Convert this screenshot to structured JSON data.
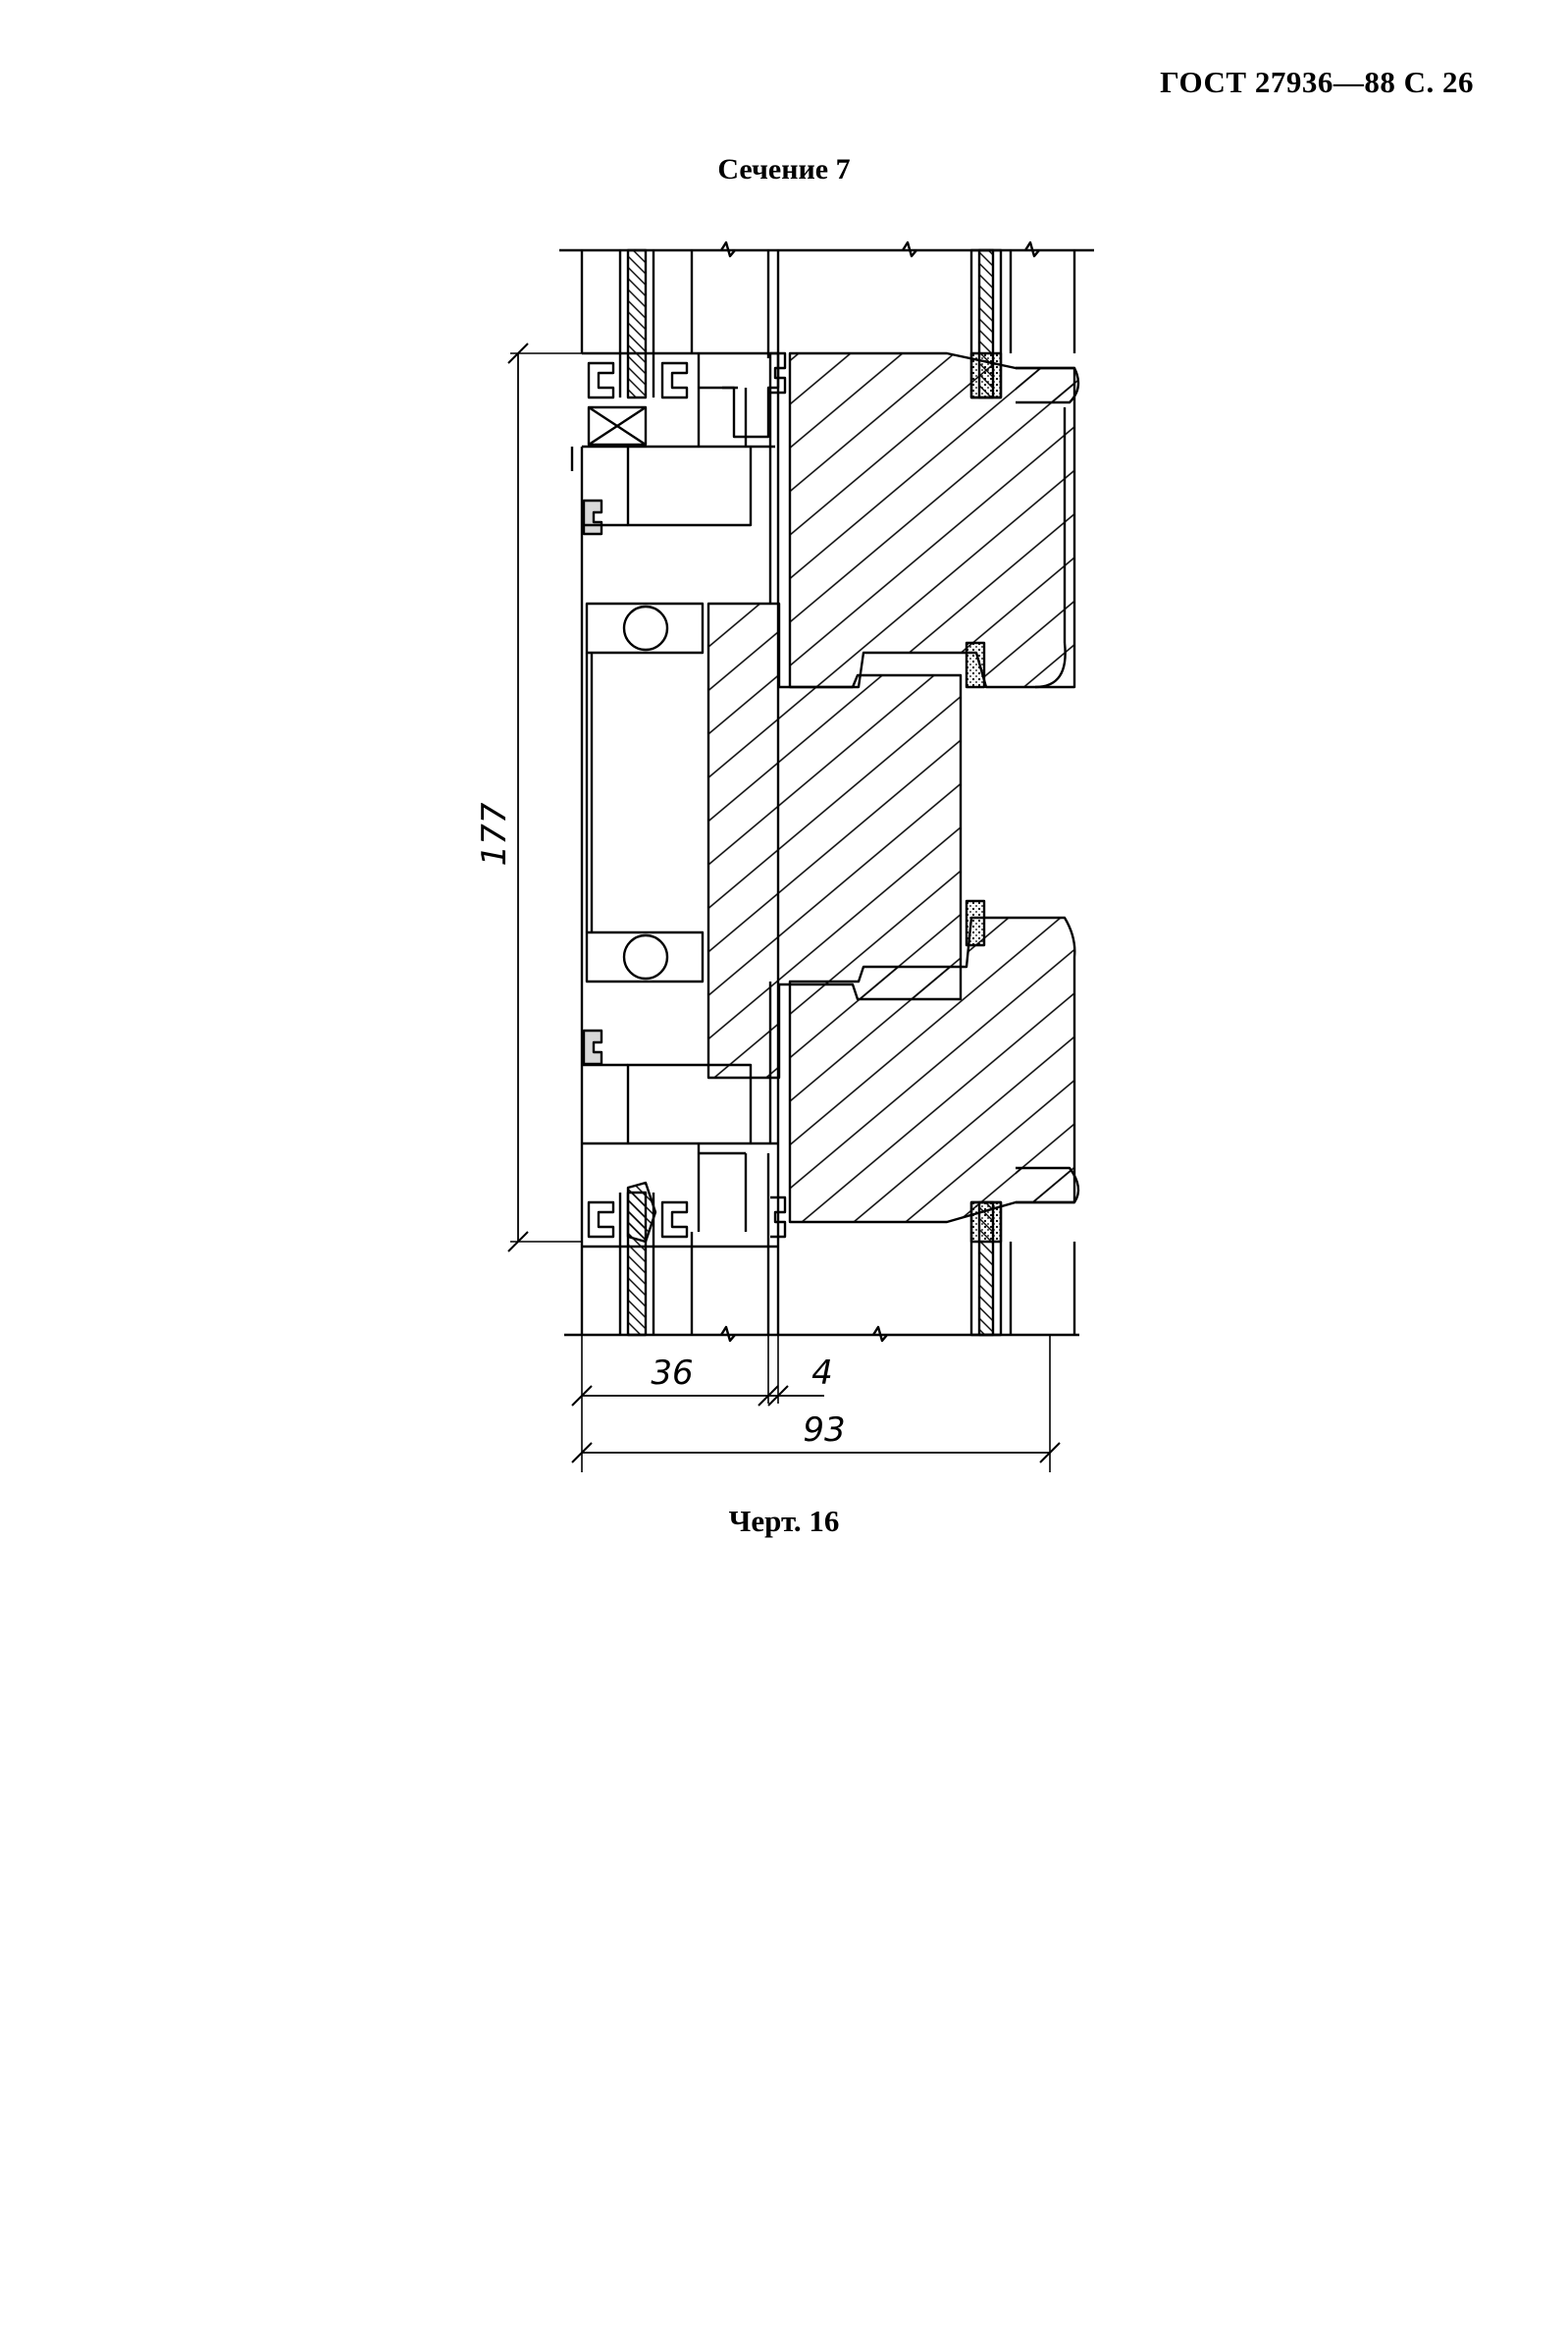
{
  "header": {
    "standard_page": "ГОСТ 27936—88 С. 26"
  },
  "section": {
    "title": "Сечение 7"
  },
  "drawing": {
    "dimensions": {
      "height": "177",
      "profile": "36",
      "gap": "4",
      "overall": "93"
    },
    "colors": {
      "line": "#000000",
      "background": "#ffffff"
    }
  },
  "figure": {
    "caption": "Черт. 16"
  }
}
